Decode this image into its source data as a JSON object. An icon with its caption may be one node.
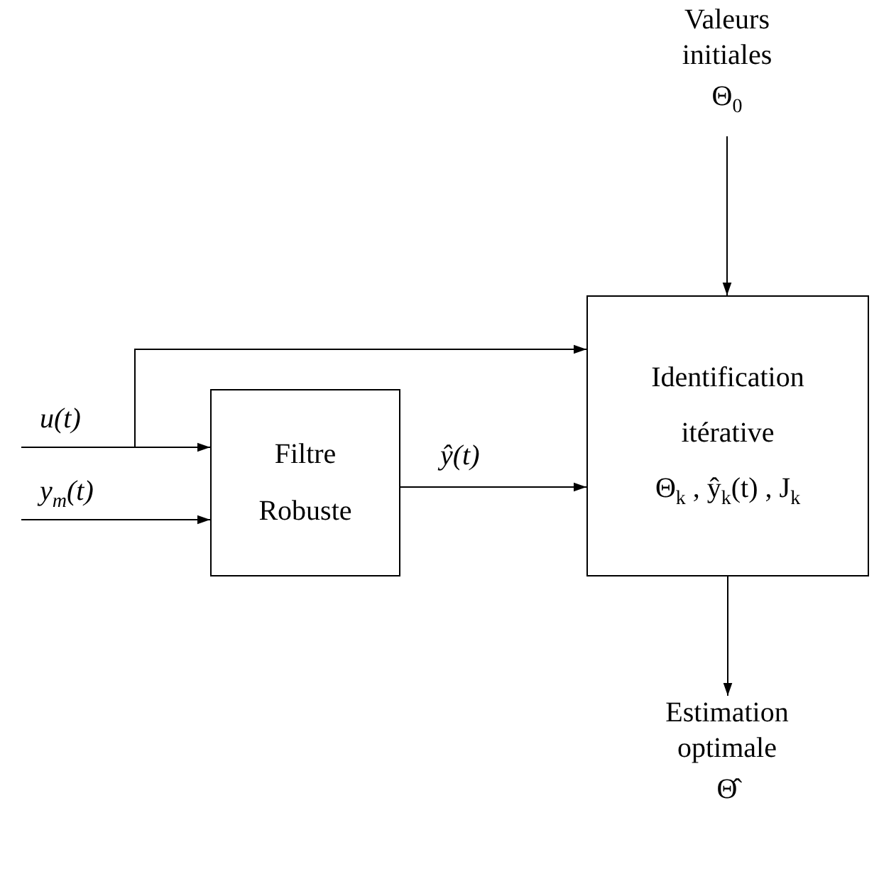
{
  "diagram": {
    "nodes": [
      {
        "text": [
          "Valeurs initiales",
          "Θ$_{0}$"
        ]
      },
      {
        "text": [
          "Identification",
          "itérative",
          "Θ$_{k}$ , ŷ$_{k}$(t) , J$_{k}$"
        ]
      },
      {
        "text": [
          "Filtre Robuste"
        ]
      },
      {
        "text": [
          "Estimation optimale",
          "Θ̂"
        ]
      }
    ],
    "edges": [
      {
        "from": 0,
        "to": 1,
        "arrow": "to"
      },
      {
        "from": null,
        "to": 1,
        "arrow": "to"
      },
      {
        "from": null,
        "to": 2,
        "arrow": "to",
        "label": "u(t)"
      },
      {
        "from": null,
        "to": 2,
        "arrow": "to",
        "label": "y$_{m}$(t)"
      },
      {
        "from": 2,
        "to": 1,
        "arrow": "to",
        "label": "ŷ(t)"
      },
      {
        "from": 1,
        "to": 3,
        "arrow": "to"
      }
    ]
  }
}
